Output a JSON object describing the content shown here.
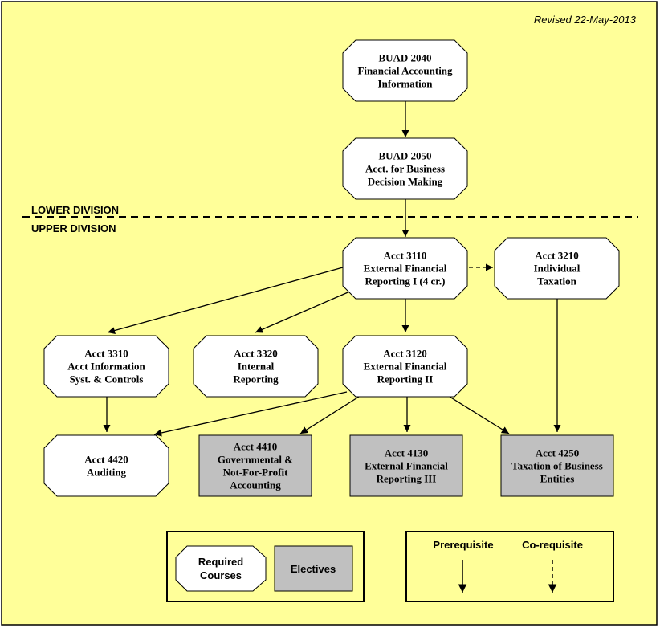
{
  "revised": "Revised 22-May-2013",
  "divisions": {
    "lower": "LOWER DIVISION",
    "upper": "UPPER DIVISION"
  },
  "colors": {
    "background": "#FFFF99",
    "elective": "#C0C0C0",
    "required": "#FFFFFF",
    "line": "#000000"
  },
  "courses": {
    "buad2040": {
      "kind": "required",
      "lines": [
        "BUAD 2040",
        "Financial Accounting",
        "Information"
      ]
    },
    "buad2050": {
      "kind": "required",
      "lines": [
        "BUAD 2050",
        "Acct. for Business",
        "Decision Making"
      ]
    },
    "acct3110": {
      "kind": "required",
      "lines": [
        "Acct 3110",
        "External Financial",
        "Reporting I (4 cr.)"
      ]
    },
    "acct3210": {
      "kind": "required",
      "lines": [
        "Acct 3210",
        "Individual",
        "Taxation"
      ]
    },
    "acct3310": {
      "kind": "required",
      "lines": [
        "Acct 3310",
        "Acct Information",
        "Syst. & Controls"
      ]
    },
    "acct3320": {
      "kind": "required",
      "lines": [
        "Acct 3320",
        "Internal",
        "Reporting"
      ]
    },
    "acct3120": {
      "kind": "required",
      "lines": [
        "Acct 3120",
        "External Financial",
        "Reporting II"
      ]
    },
    "acct4420": {
      "kind": "required",
      "lines": [
        "Acct 4420",
        "Auditing"
      ]
    },
    "acct4410": {
      "kind": "elective",
      "lines": [
        "Acct 4410",
        "Governmental &",
        "Not-For-Profit",
        "Accounting"
      ]
    },
    "acct4130": {
      "kind": "elective",
      "lines": [
        "Acct 4130",
        "External Financial",
        "Reporting III"
      ]
    },
    "acct4250": {
      "kind": "elective",
      "lines": [
        "Acct 4250",
        "Taxation of Business",
        "Entities"
      ]
    }
  },
  "edges": [
    {
      "from": "buad2040",
      "to": "buad2050",
      "type": "prerequisite"
    },
    {
      "from": "buad2050",
      "to": "acct3110",
      "type": "prerequisite"
    },
    {
      "from": "acct3110",
      "to": "acct3210",
      "type": "co-requisite"
    },
    {
      "from": "acct3110",
      "to": "acct3310",
      "type": "prerequisite"
    },
    {
      "from": "acct3110",
      "to": "acct3320",
      "type": "prerequisite"
    },
    {
      "from": "acct3110",
      "to": "acct3120",
      "type": "prerequisite"
    },
    {
      "from": "acct3310",
      "to": "acct4420",
      "type": "prerequisite"
    },
    {
      "from": "acct3120",
      "to": "acct4420",
      "type": "prerequisite"
    },
    {
      "from": "acct3120",
      "to": "acct4410",
      "type": "prerequisite"
    },
    {
      "from": "acct3120",
      "to": "acct4130",
      "type": "prerequisite"
    },
    {
      "from": "acct3120",
      "to": "acct4250",
      "type": "prerequisite"
    },
    {
      "from": "acct3210",
      "to": "acct4250",
      "type": "prerequisite"
    }
  ],
  "legend": {
    "required_lines": [
      "Required",
      "Courses"
    ],
    "electives": "Electives",
    "prerequisite": "Prerequisite",
    "corequisite": "Co-requisite"
  }
}
